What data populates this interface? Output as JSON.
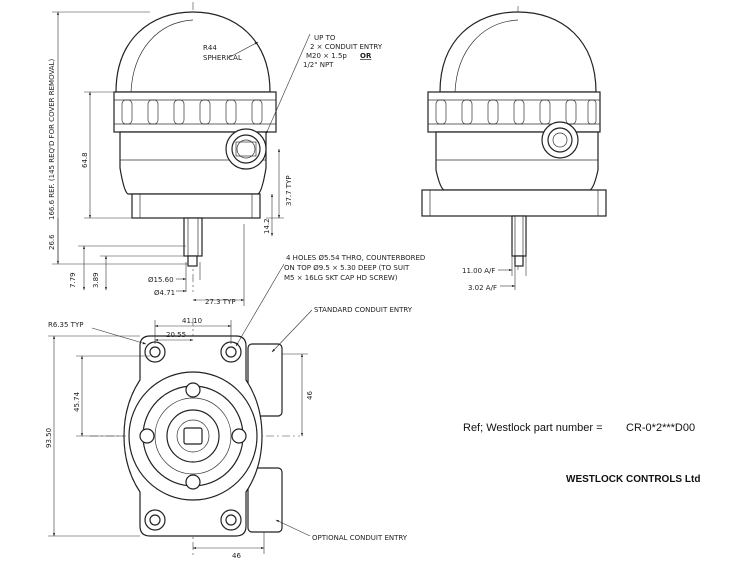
{
  "labels": {
    "dome_radius": [
      "R44",
      "SPHERICAL"
    ],
    "conduit_entry": [
      "UP TO",
      "2 × CONDUIT ENTRY",
      "M20 × 1.5p",
      "OR",
      "1/2\" NPT"
    ],
    "cover_removal": "166.6 REF. (145 REQ'D FOR COVER REMOVAL)",
    "holes_note": [
      "4 HOLES Ø5.54 THRO, COUNTERBORED",
      "ON TOP Ø9.5 × 5.30 DEEP (TO SUIT",
      "M5 × 16LG SKT CAP HD SCREW)"
    ],
    "standard_conduit": "STANDARD CONDUIT ENTRY",
    "optional_conduit": "OPTIONAL CONDUIT ENTRY",
    "corner_radius": "R6.35 TYP"
  },
  "dimensions": {
    "d64_8": "64.8",
    "d37_7": "37.7 TYP",
    "d14_2": "14.2",
    "d26_6": "26.6",
    "d7_79": "7.79",
    "d3_89": "3.89",
    "d15_60": "Ø15.60",
    "d4_71": "Ø4.71",
    "d27_3": "27.3 TYP",
    "d11_00": "11.00 A/F",
    "d3_02": "3.02 A/F",
    "d41_10": "41.10",
    "d20_55": "20.55",
    "d46_v": "46",
    "d46_h": "46",
    "d45_74": "45.74",
    "d93_50": "93.50"
  },
  "reference": {
    "label": "Ref; Westlock part number =",
    "part_number": "CR-0*2***D00"
  },
  "company": "WESTLOCK CONTROLS Ltd"
}
